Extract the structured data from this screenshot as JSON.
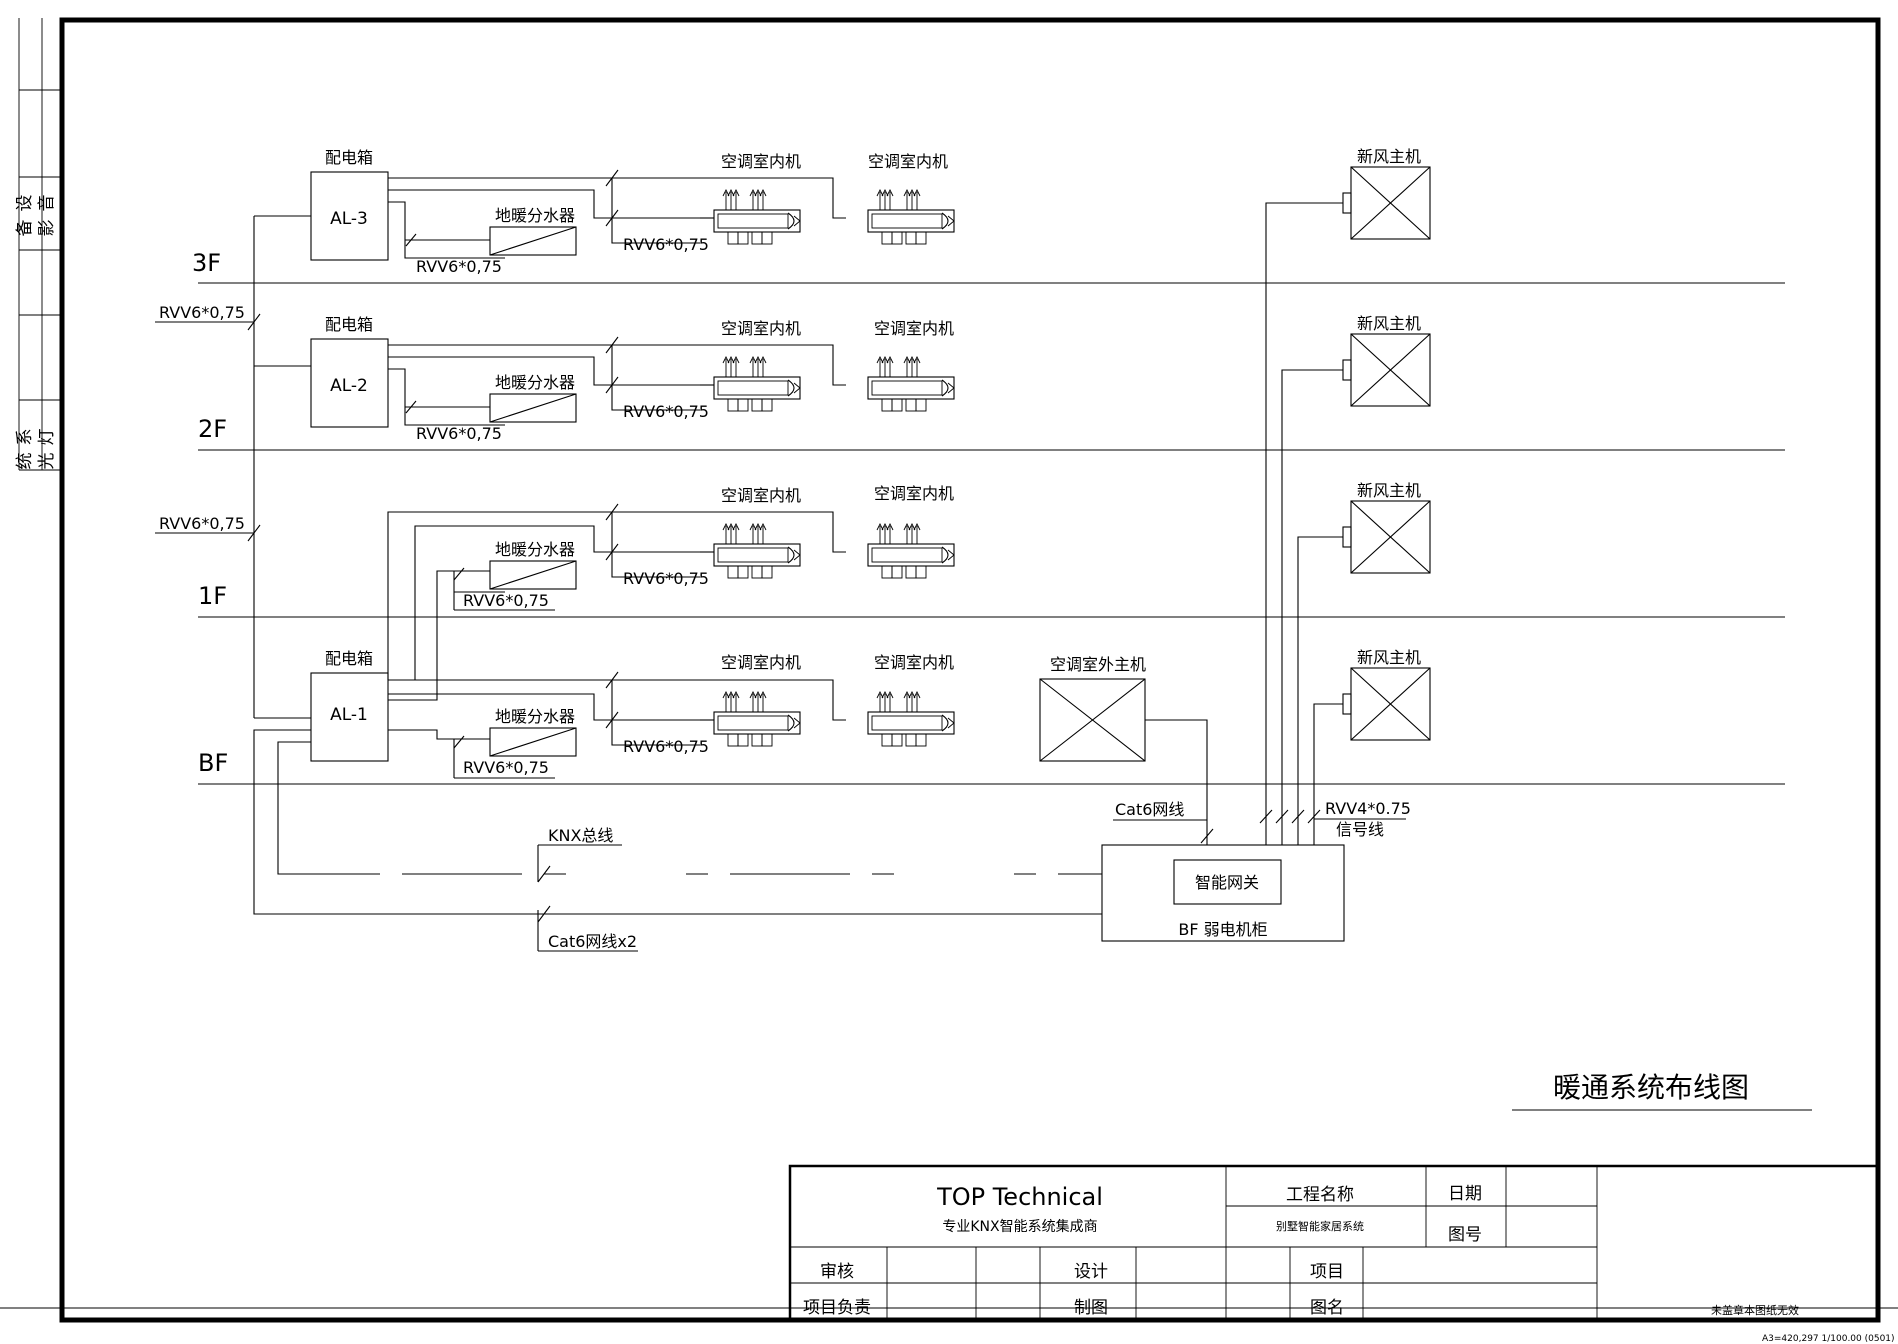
{
  "side_strip": {
    "block1": [
      "音",
      "影",
      "设",
      "备"
    ],
    "block2": [
      "灯",
      "光",
      "系",
      "统"
    ]
  },
  "floors": [
    "3F",
    "2F",
    "1F",
    "BF"
  ],
  "labels": {
    "distribution_box": "配电箱",
    "panels": [
      "AL-3",
      "AL-2",
      "AL-1"
    ],
    "floor_heating": "地暖分水器",
    "indoor_unit": "空调室内机",
    "fresh_air": "新风主机",
    "outdoor_unit": "空调室外主机",
    "cable_rvv6": "RVV6*0,75",
    "cable_rvv4": "RVV4*0.75",
    "signal_line": "信号线",
    "cat6": "Cat6网线",
    "cat6x2": "Cat6网线x2",
    "knx_bus": "KNX总线",
    "gateway": "智能网关",
    "cabinet": "BF 弱电机柜"
  },
  "drawing_title": "暖通系统布线图",
  "title_block": {
    "company": "TOP Technical",
    "company_sub": "专业KNX智能系统集成商",
    "project_label": "工程名称",
    "project_value": "别墅智能家居系统",
    "date_label": "日期",
    "drawing_no_label": "图号",
    "review": "审核",
    "design": "设计",
    "item": "项目",
    "project_lead": "项目负责",
    "draft": "制图",
    "drawing_name": "图名"
  },
  "notes": {
    "invalid_without_seal": "未盖章本图纸无效",
    "sheet_info": "A3=420,297 1/100.00  (0501)"
  }
}
